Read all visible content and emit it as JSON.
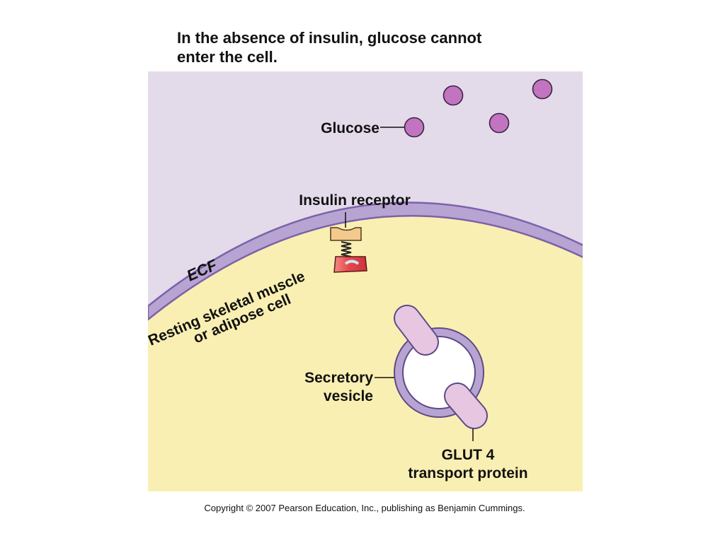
{
  "title": {
    "line1": "In the absence of insulin, glucose cannot",
    "line2": "enter the cell."
  },
  "labels": {
    "glucose": "Glucose",
    "insulin_receptor": "Insulin receptor",
    "ecf": "ECF",
    "cell_line1": "Resting skeletal muscle",
    "cell_line2": "or adipose cell",
    "vesicle_line1": "Secretory",
    "vesicle_line2": "vesicle",
    "glut_line1": "GLUT 4",
    "glut_line2": "transport protein"
  },
  "copyright": "Copyright © 2007 Pearson Education, Inc., publishing as Benjamin Cummings.",
  "colors": {
    "ecf": "#e3daea",
    "cytoplasm": "#faefb2",
    "membrane": "#b8a4d2",
    "membrane_edge": "#7b62aa",
    "glucose": "#c274c0",
    "glut4": "#e7c6e2",
    "receptor_head": "#f3c98c",
    "receptor_base": "#e8474c"
  }
}
